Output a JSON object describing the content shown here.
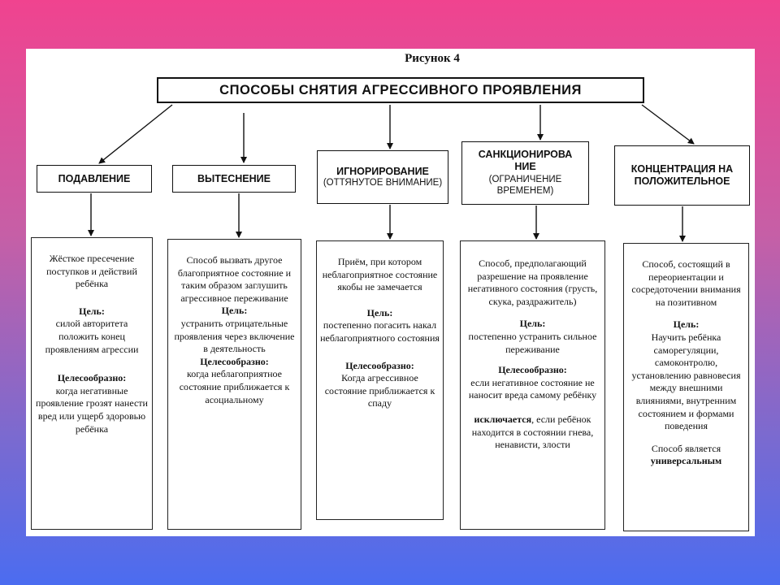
{
  "caption": "Рисунок 4",
  "title": "СПОСОБЫ СНЯТИЯ АГРЕССИВНОГО ПРОЯВЛЕНИЯ",
  "categories": [
    {
      "name": "ПОДАВЛЕНИЕ",
      "sub": "",
      "description": "Жёсткое пресечение поступков и действий ребёнка",
      "goal_label": "Цель:",
      "goal": "силой авторитета положить конец проявлениям агрессии",
      "fit_label": "Целесообразно:",
      "fit": "когда негативные проявление грозят нанести вред или ущерб здоровью ребёнка"
    },
    {
      "name": "ВЫТЕСНЕНИЕ",
      "sub": "",
      "description": "Способ вызвать другое благоприятное состояние и таким образом заглушить агрессивное переживание",
      "goal_label": "Цель:",
      "goal": "устранить отрицательные проявления через включение в деятельность",
      "fit_label": "Целесообразно:",
      "fit": "когда неблагоприятное состояние приближается к асоциальному"
    },
    {
      "name": "ИГНОРИРОВАНИЕ",
      "sub": "(ОТТЯНУТОЕ ВНИМАНИЕ)",
      "description": "Приём, при котором неблагоприятное состояние якобы не замечается",
      "goal_label": "Цель:",
      "goal": "постепенно погасить накал неблагоприятного состояния",
      "fit_label": "Целесообразно:",
      "fit": "Когда агрессивное состояние приближается к спаду"
    },
    {
      "name": "САНКЦИОНИРОВА НИЕ",
      "sub": "(ОГРАНИЧЕНИЕ ВРЕМЕНЕМ)",
      "description": "Способ, предполагающий разрешение на проявление негативного состояния (грусть, скука, раздражитель)",
      "goal_label": "Цель:",
      "goal": "постепенно устранить сильное переживание",
      "fit_label": "Целесообразно:",
      "fit": "если негативное состояние не наносит вреда самому ребёнку",
      "excl_label": "исключается",
      "excl": ", если ребёнок находится в состоянии гнева, ненависти, злости"
    },
    {
      "name": "КОНЦЕНТРАЦИЯ НА ПОЛОЖИТЕЛЬНОЕ",
      "sub": "",
      "description": "Способ, состоящий в переориентации и сосредоточении внимания на позитивном",
      "goal_label": "Цель:",
      "goal": "Научить ребёнка саморегуляции, самоконтролю, установлению равновесия между внешними влияниями, внутренним состоянием и формами поведения",
      "note": "Способ является",
      "note_bold": "универсальным"
    }
  ]
}
